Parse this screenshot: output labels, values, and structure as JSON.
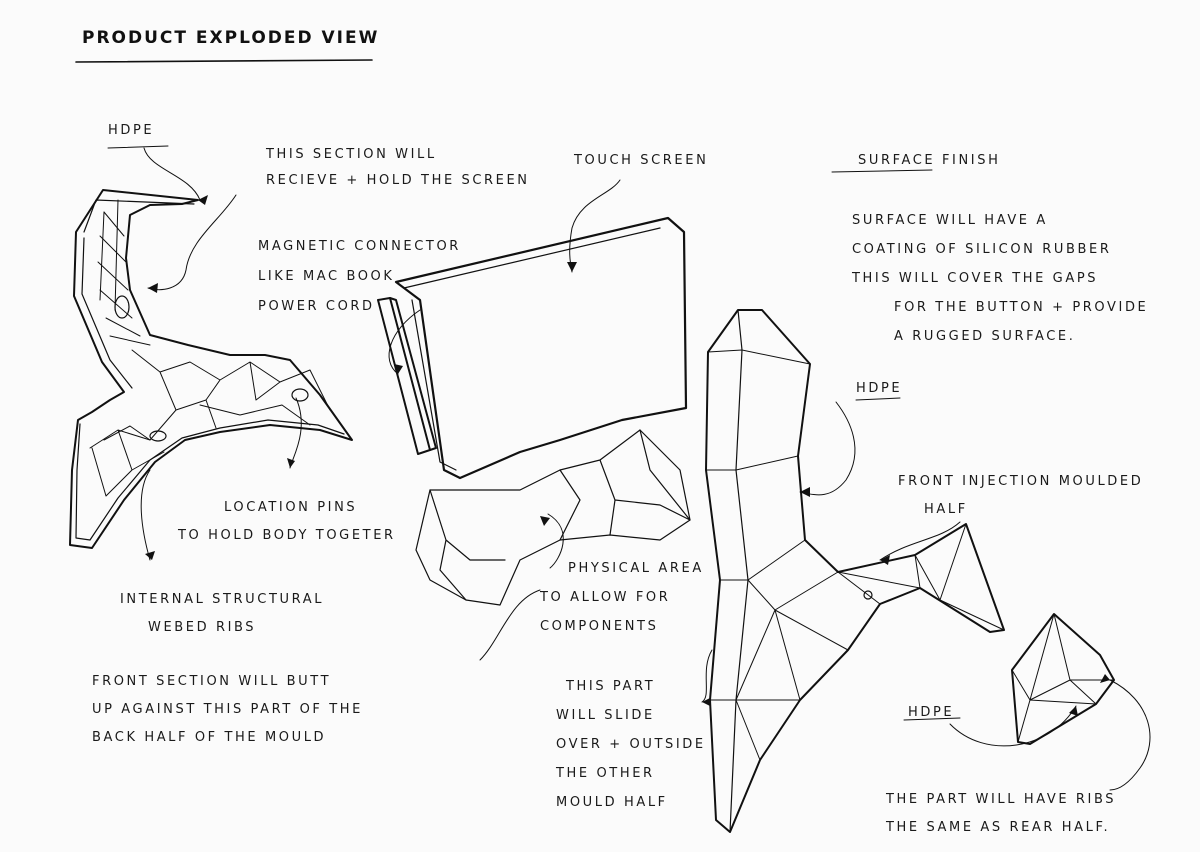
{
  "title": "PRODUCT EXPLODED VIEW",
  "labels": {
    "hdpe_left": "HDPE",
    "screen_section": [
      "THIS SECTION WILL",
      "RECIEVE + HOLD THE SCREEN"
    ],
    "magnetic": [
      "MAGNETIC CONNECTOR",
      "LIKE MAC BOOK",
      "POWER CORD"
    ],
    "touch_screen": "TOUCH SCREEN",
    "surface_finish_heading": "SURFACE FINISH",
    "surface_finish_text": [
      "SURFACE WILL HAVE A",
      "COATING OF SILICON RUBBER",
      "THIS WILL COVER THE GAPS",
      "FOR THE BUTTON + PROVIDE",
      "A RUGGED SURFACE."
    ],
    "hdpe_mid": "HDPE",
    "front_injection": [
      "FRONT INJECTION MOULDED",
      "HALF"
    ],
    "location_pins": [
      "LOCATION PINS",
      "TO HOLD BODY TOGETER"
    ],
    "internal_ribs": [
      "INTERNAL STRUCTURAL",
      "WEBED RIBS"
    ],
    "front_section": [
      "FRONT SECTION WILL BUTT",
      "UP AGAINST THIS PART OF THE",
      "BACK HALF OF THE MOULD"
    ],
    "physical_area": [
      "PHYSICAL AREA",
      "TO ALLOW FOR",
      "COMPONENTS"
    ],
    "slide_part": [
      "THIS PART",
      "WILL SLIDE",
      "OVER + OUTSIDE",
      "THE OTHER",
      "MOULD HALF"
    ],
    "hdpe_right": "HDPE",
    "ribs_part": [
      "THE PART WILL HAVE RIBS",
      "THE SAME AS REAR HALF."
    ]
  }
}
